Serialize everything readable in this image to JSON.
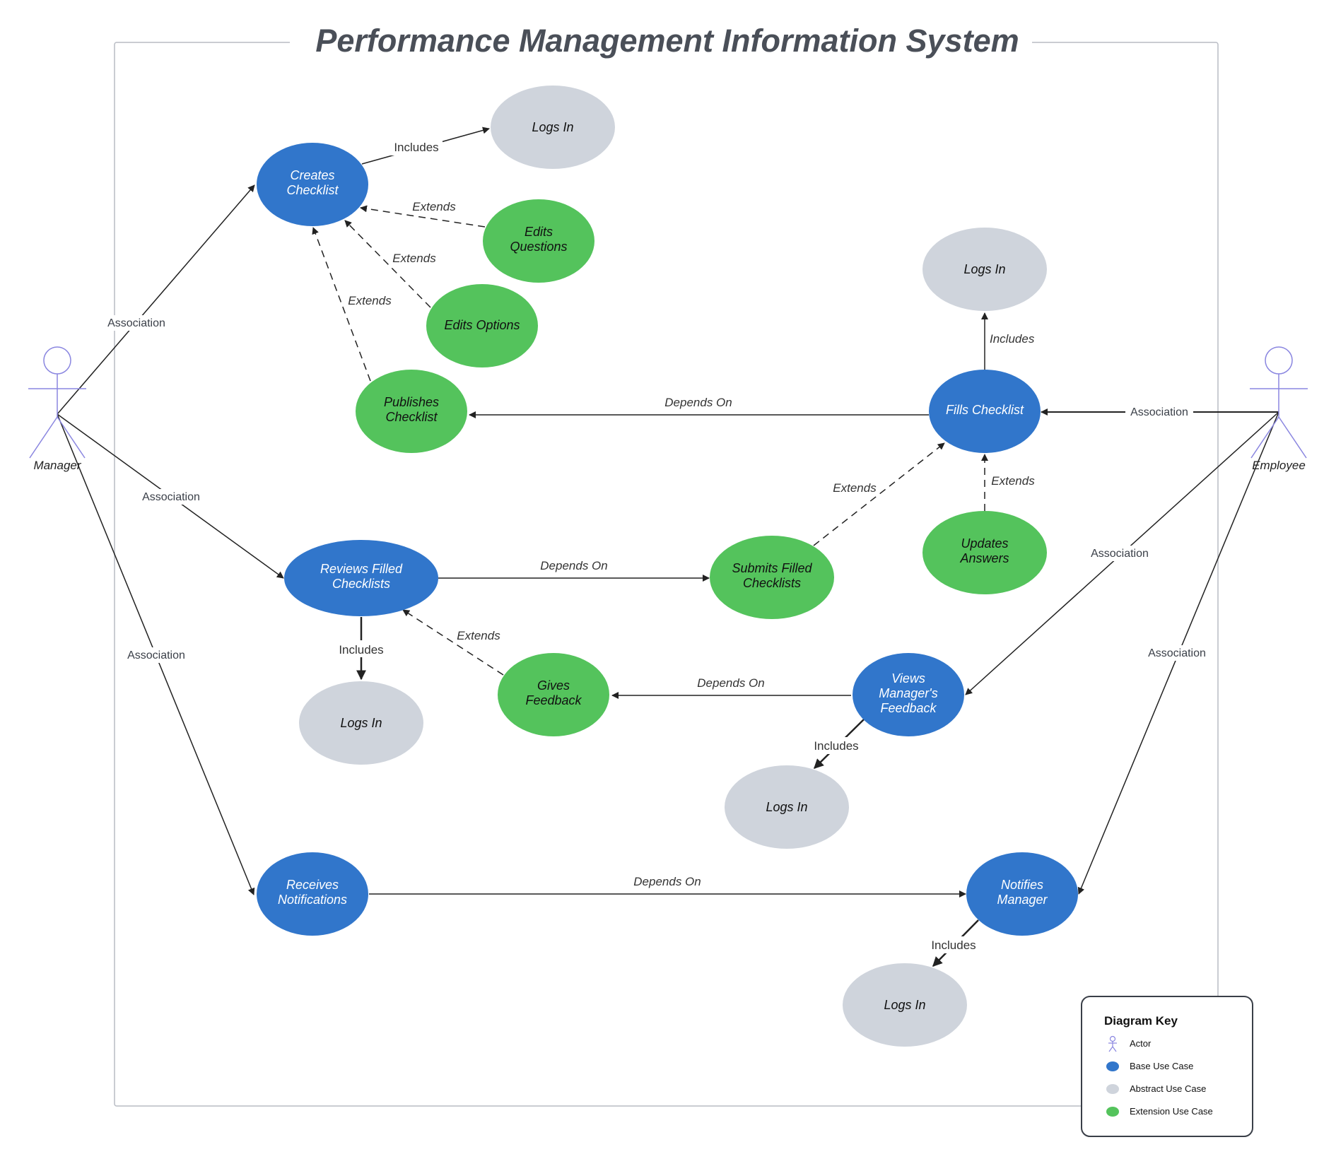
{
  "title": "Performance Management Information System",
  "colors": {
    "base": "#3176cb",
    "abstract": "#cfd4dc",
    "extension": "#54c35c",
    "actor": "#8a86e0",
    "line": "#222222",
    "boundary": "#b8bcc4"
  },
  "actors": {
    "manager": "Manager",
    "employee": "Employee"
  },
  "use_cases": {
    "logs_in_top": "Logs In",
    "creates_checklist": "Creates Checklist",
    "edits_questions": "Edits Questions",
    "edits_options": "Edits Options",
    "publishes_checklist": "Publishes Checklist",
    "logs_in_right": "Logs In",
    "fills_checklist": "Fills Checklist",
    "updates_answers": "Updates Answers",
    "reviews_filled": "Reviews Filled Checklists",
    "submits_filled": "Submits Filled Checklists",
    "logs_in_reviews": "Logs In",
    "gives_feedback": "Gives Feedback",
    "views_feedback": "Views Manager's Feedback",
    "logs_in_views": "Logs In",
    "receives_notifications": "Receives Notifications",
    "notifies_manager": "Notifies Manager",
    "logs_in_notifies": "Logs In"
  },
  "relations": {
    "includes": "Includes",
    "extends": "Extends",
    "depends_on": "Depends On",
    "association": "Association"
  },
  "key": {
    "title": "Diagram Key",
    "actor": "Actor",
    "base": "Base Use Case",
    "abstract": "Abstract Use Case",
    "extension": "Extension Use Case"
  }
}
